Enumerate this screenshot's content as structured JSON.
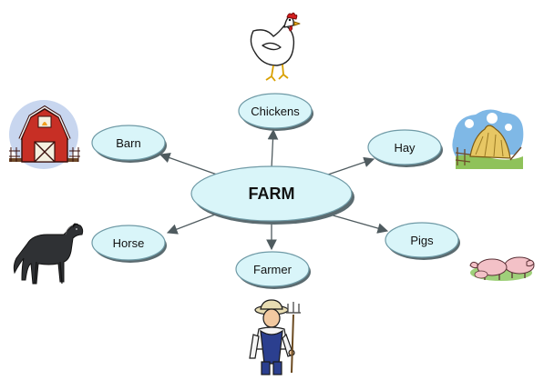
{
  "diagram": {
    "center": {
      "label": "FARM"
    },
    "nodes": [
      {
        "id": "chickens",
        "label": "Chickens",
        "picture": "chicken"
      },
      {
        "id": "hay",
        "label": "Hay",
        "picture": "haystack"
      },
      {
        "id": "pigs",
        "label": "Pigs",
        "picture": "pigs"
      },
      {
        "id": "farmer",
        "label": "Farmer",
        "picture": "farmer-with-pitchfork"
      },
      {
        "id": "horse",
        "label": "Horse",
        "picture": "horse"
      },
      {
        "id": "barn",
        "label": "Barn",
        "picture": "red-barn"
      }
    ]
  },
  "colors": {
    "bubble_fill": "#d9f5f9",
    "bubble_stroke": "#6f9aa6",
    "bubble_shadow": "#5b6b70",
    "arrow": "#4f5b5f"
  }
}
